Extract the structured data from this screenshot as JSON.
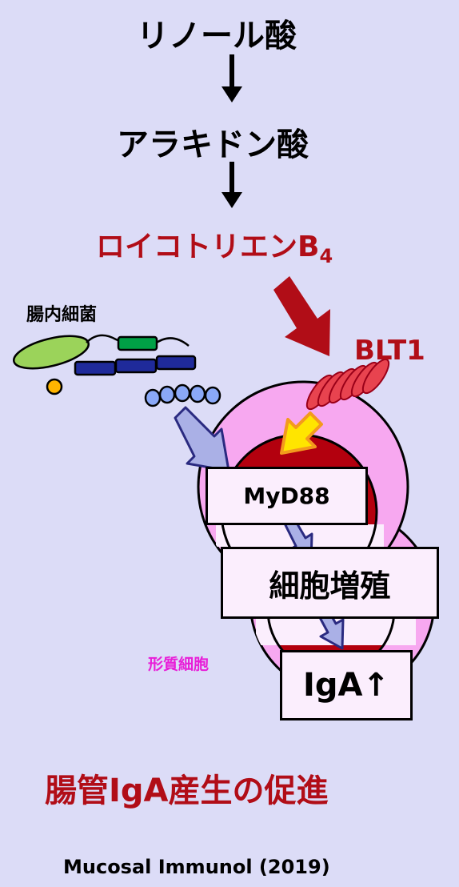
{
  "pathway": {
    "step1": "リノール酸",
    "step2": "アラキドン酸",
    "step3_main": "ロイコトリエンB",
    "step3_sub": "4"
  },
  "labels": {
    "bacteria": "腸内細菌",
    "receptor": "BLT1",
    "cell_type": "形質細胞",
    "myd88": "MyD88",
    "proliferation": "細胞増殖",
    "iga": "IgA↑"
  },
  "result": "腸管IgA産生の促進",
  "citation": "Mucosal Immunol (2019)",
  "colors": {
    "background": "#dcdcf7",
    "accent_red": "#b10d17",
    "cell_pink": "#f7a8f0",
    "nucleus_red": "#b3000e",
    "plasma_label": "#e81ed8",
    "signal_arrow": "#aab0e6"
  }
}
